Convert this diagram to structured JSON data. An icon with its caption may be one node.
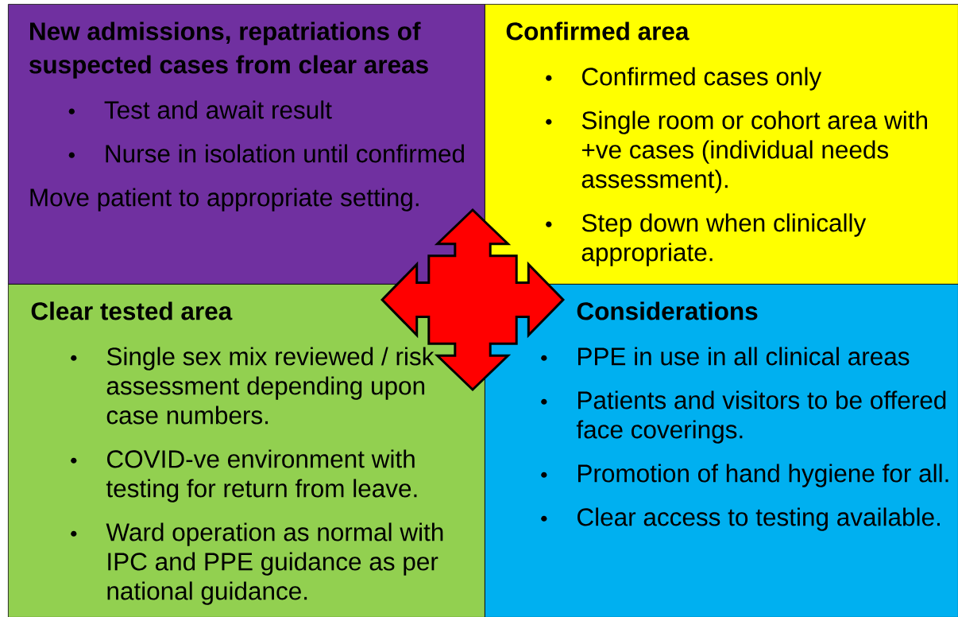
{
  "diagram": {
    "nodes": [
      {
        "text": [
          "New admissions, repatriations of suspected cases from clear areas",
          "Test and await result",
          "Nurse in isolation until confirmed",
          "Move patient to appropriate setting."
        ]
      },
      {
        "text": [
          "Confirmed area",
          "Confirmed cases only",
          "Single room or cohort area with +ve cases (individual needs assessment).",
          "Step down when clinically appropriate."
        ]
      },
      {
        "text": [
          "Clear tested area",
          "Single sex mix reviewed / risk assessment depending upon case numbers.",
          "COVID-ve environment with testing for return from leave.",
          "Ward operation as normal with IPC and PPE guidance as per national guidance."
        ]
      },
      {
        "text": [
          "Considerations",
          "PPE in use in all clinical areas",
          "Patients and visitors to be offered face coverings.",
          "Promotion of hand hygiene for all.",
          "Clear access to testing available."
        ]
      }
    ]
  }
}
